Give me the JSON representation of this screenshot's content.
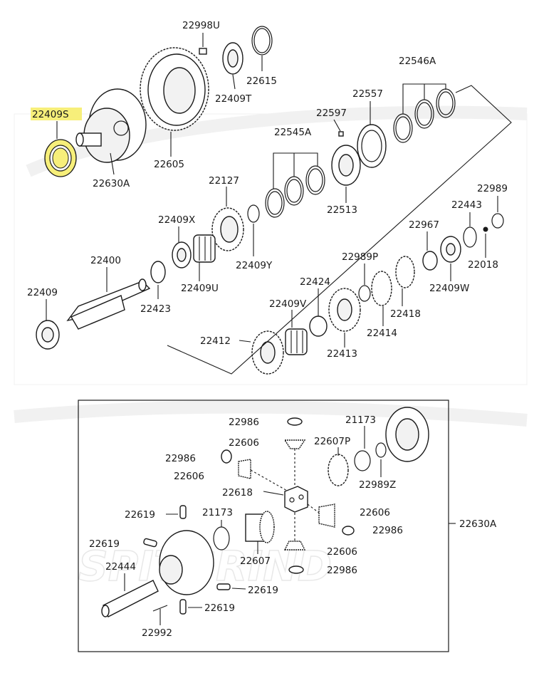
{
  "diagram": {
    "highlight_color": "#f7ef7a",
    "watermark_text": "SPITGRIND",
    "highlighted_part": "22409S",
    "labels": {
      "p22998U": "22998U",
      "p22615": "22615",
      "p22409T": "22409T",
      "p22409S": "22409S",
      "p22605": "22605",
      "p22630A_top": "22630A",
      "p22546A": "22546A",
      "p22557": "22557",
      "p22597": "22597",
      "p22545A": "22545A",
      "p22513": "22513",
      "p22127": "22127",
      "p22409X": "22409X",
      "p22409Y": "22409Y",
      "p22400": "22400",
      "p22409U": "22409U",
      "p22423": "22423",
      "p22409": "22409",
      "p22989_top": "22989",
      "p22443": "22443",
      "p22967": "22967",
      "p22018": "22018",
      "p22409W": "22409W",
      "p22989P": "22989P",
      "p22424": "22424",
      "p22409V": "22409V",
      "p22418": "22418",
      "p22414": "22414",
      "p22412": "22412",
      "p22413": "22413",
      "p22986_a": "22986",
      "p22606_a": "22606",
      "p21173_a": "21173",
      "p22986_b": "22986",
      "p22607P": "22607P",
      "p22606_b": "22606",
      "p22618": "22618",
      "p22989Z": "22989Z",
      "p22619_a": "22619",
      "p21173_b": "21173",
      "p22606_c": "22606",
      "p22630A_box": "22630A",
      "p22986_c": "22986",
      "p22619_b": "22619",
      "p22607": "22607",
      "p22606_d": "22606",
      "p22444": "22444",
      "p22986_d": "22986",
      "p22619_c": "22619",
      "p22619_d": "22619",
      "p22992": "22992"
    }
  }
}
